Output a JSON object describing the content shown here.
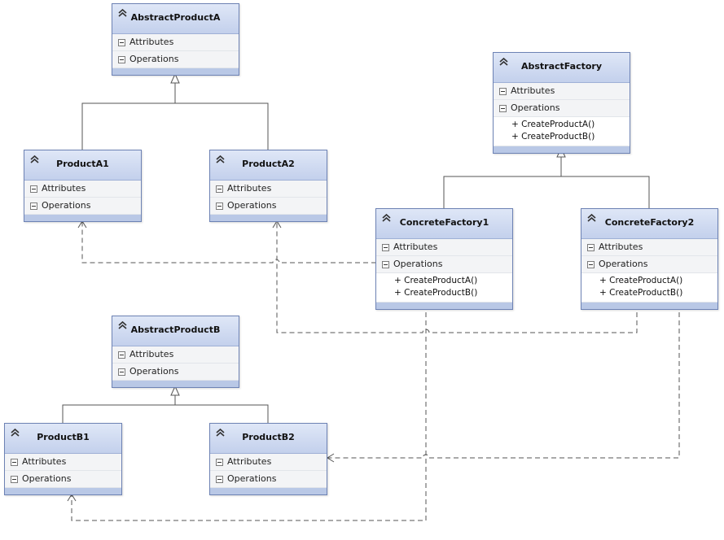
{
  "classes": {
    "abstract_product_a": {
      "name": "AbstractProductA",
      "attributes_label": "Attributes",
      "operations_label": "Operations"
    },
    "product_a1": {
      "name": "ProductA1",
      "attributes_label": "Attributes",
      "operations_label": "Operations"
    },
    "product_a2": {
      "name": "ProductA2",
      "attributes_label": "Attributes",
      "operations_label": "Operations"
    },
    "abstract_factory": {
      "name": "AbstractFactory",
      "attributes_label": "Attributes",
      "operations_label": "Operations",
      "operations": [
        "+ CreateProductA()",
        "+ CreateProductB()"
      ]
    },
    "concrete_factory1": {
      "name": "ConcreteFactory1",
      "attributes_label": "Attributes",
      "operations_label": "Operations",
      "operations": [
        "+ CreateProductA()",
        "+ CreateProductB()"
      ]
    },
    "concrete_factory2": {
      "name": "ConcreteFactory2",
      "attributes_label": "Attributes",
      "operations_label": "Operations",
      "operations": [
        "+ CreateProductA()",
        "+ CreateProductB()"
      ]
    },
    "abstract_product_b": {
      "name": "AbstractProductB",
      "attributes_label": "Attributes",
      "operations_label": "Operations"
    },
    "product_b1": {
      "name": "ProductB1",
      "attributes_label": "Attributes",
      "operations_label": "Operations"
    },
    "product_b2": {
      "name": "ProductB2",
      "attributes_label": "Attributes",
      "operations_label": "Operations"
    }
  },
  "relationships": [
    {
      "type": "inheritance",
      "from": "ProductA1",
      "to": "AbstractProductA"
    },
    {
      "type": "inheritance",
      "from": "ProductA2",
      "to": "AbstractProductA"
    },
    {
      "type": "inheritance",
      "from": "ConcreteFactory1",
      "to": "AbstractFactory"
    },
    {
      "type": "inheritance",
      "from": "ConcreteFactory2",
      "to": "AbstractFactory"
    },
    {
      "type": "inheritance",
      "from": "ProductB1",
      "to": "AbstractProductB"
    },
    {
      "type": "inheritance",
      "from": "ProductB2",
      "to": "AbstractProductB"
    },
    {
      "type": "dependency",
      "from": "ConcreteFactory1",
      "to": "ProductA1"
    },
    {
      "type": "dependency",
      "from": "ConcreteFactory1",
      "to": "ProductB1"
    },
    {
      "type": "dependency",
      "from": "ConcreteFactory2",
      "to": "ProductA2"
    },
    {
      "type": "dependency",
      "from": "ConcreteFactory2",
      "to": "ProductB2"
    }
  ],
  "colors": {
    "header": "#c3d0ec",
    "border": "#6d82b4",
    "line": "#555555",
    "footer": "#b9c8e6"
  }
}
